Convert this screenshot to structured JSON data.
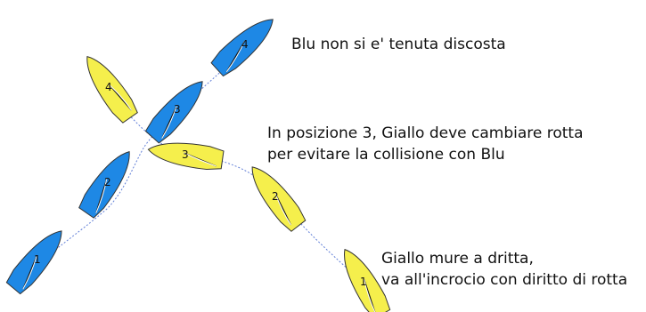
{
  "captions": {
    "blu_statement": "Blu non si e' tenuta discosta",
    "giallo_pos3_line1": "In posizione 3, Giallo deve cambiare rotta",
    "giallo_pos3_line2": "per evitare la collisione con Blu",
    "giallo_rule_line1": "Giallo mure a dritta,",
    "giallo_rule_line2": "va all'incrocio con diritto di rotta"
  },
  "boats": {
    "blue": {
      "name": "Blu",
      "color": "#1e88e5",
      "positions": [
        "1",
        "2",
        "3",
        "4"
      ]
    },
    "yellow": {
      "name": "Giallo",
      "color": "#f5ef4c",
      "positions": [
        "1",
        "2",
        "3",
        "4"
      ]
    }
  },
  "colors": {
    "track": "#3a5fcd",
    "outline": "#333333",
    "text": "#111111"
  }
}
